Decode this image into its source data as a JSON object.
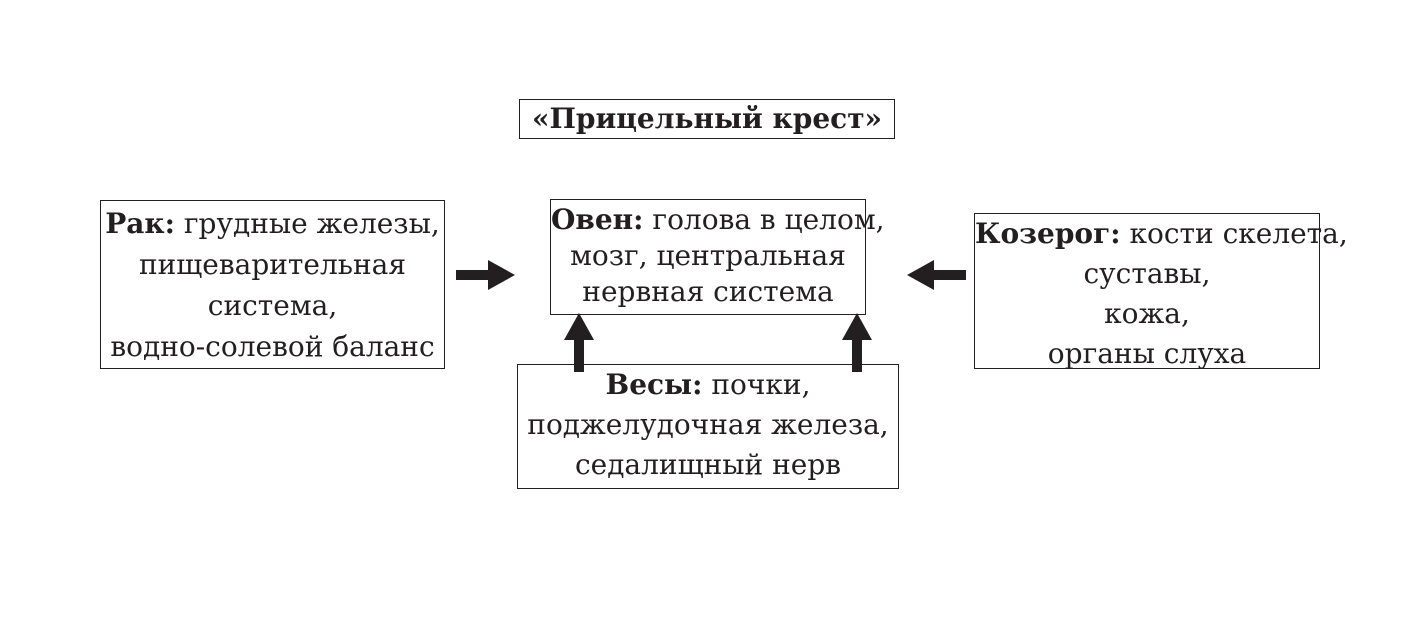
{
  "diagram": {
    "title": "«Прицельный крест»",
    "rak": {
      "head": "Рак:",
      "line1": " грудные железы,",
      "line2": "пищеварительная",
      "line3": "система,",
      "line4": "водно-солевой баланс"
    },
    "oven": {
      "head": "Овен:",
      "line1": " голова в целом,",
      "line2": "мозг, центральная",
      "line3": "нервная система"
    },
    "kozerog": {
      "head": "Козерог:",
      "line1": " кости скелета,",
      "line2": "суставы,",
      "line3": "кожа,",
      "line4": "органы слуха"
    },
    "vesy": {
      "head": "Весы:",
      "line1": " почки,",
      "line2": "поджелудочная железа,",
      "line3": "седалищный нерв"
    }
  },
  "colors": {
    "ink": "#231f20",
    "background": "#ffffff"
  }
}
